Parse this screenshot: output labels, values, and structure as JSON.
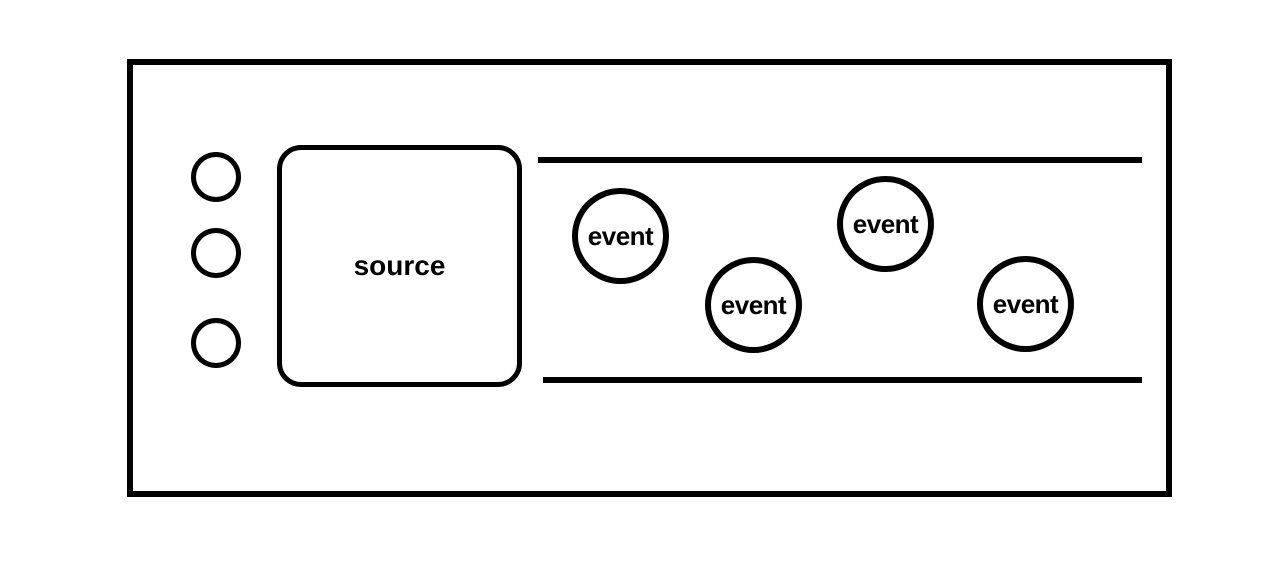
{
  "colors": {
    "stroke": "#000000",
    "background": "#ffffff",
    "text": "#000000"
  },
  "diagram": {
    "source": {
      "label": "source"
    },
    "queue_dots": {
      "count": 3
    },
    "stream": {
      "lines": 2
    },
    "events": [
      {
        "label": "event"
      },
      {
        "label": "event"
      },
      {
        "label": "event"
      },
      {
        "label": "event"
      }
    ]
  }
}
